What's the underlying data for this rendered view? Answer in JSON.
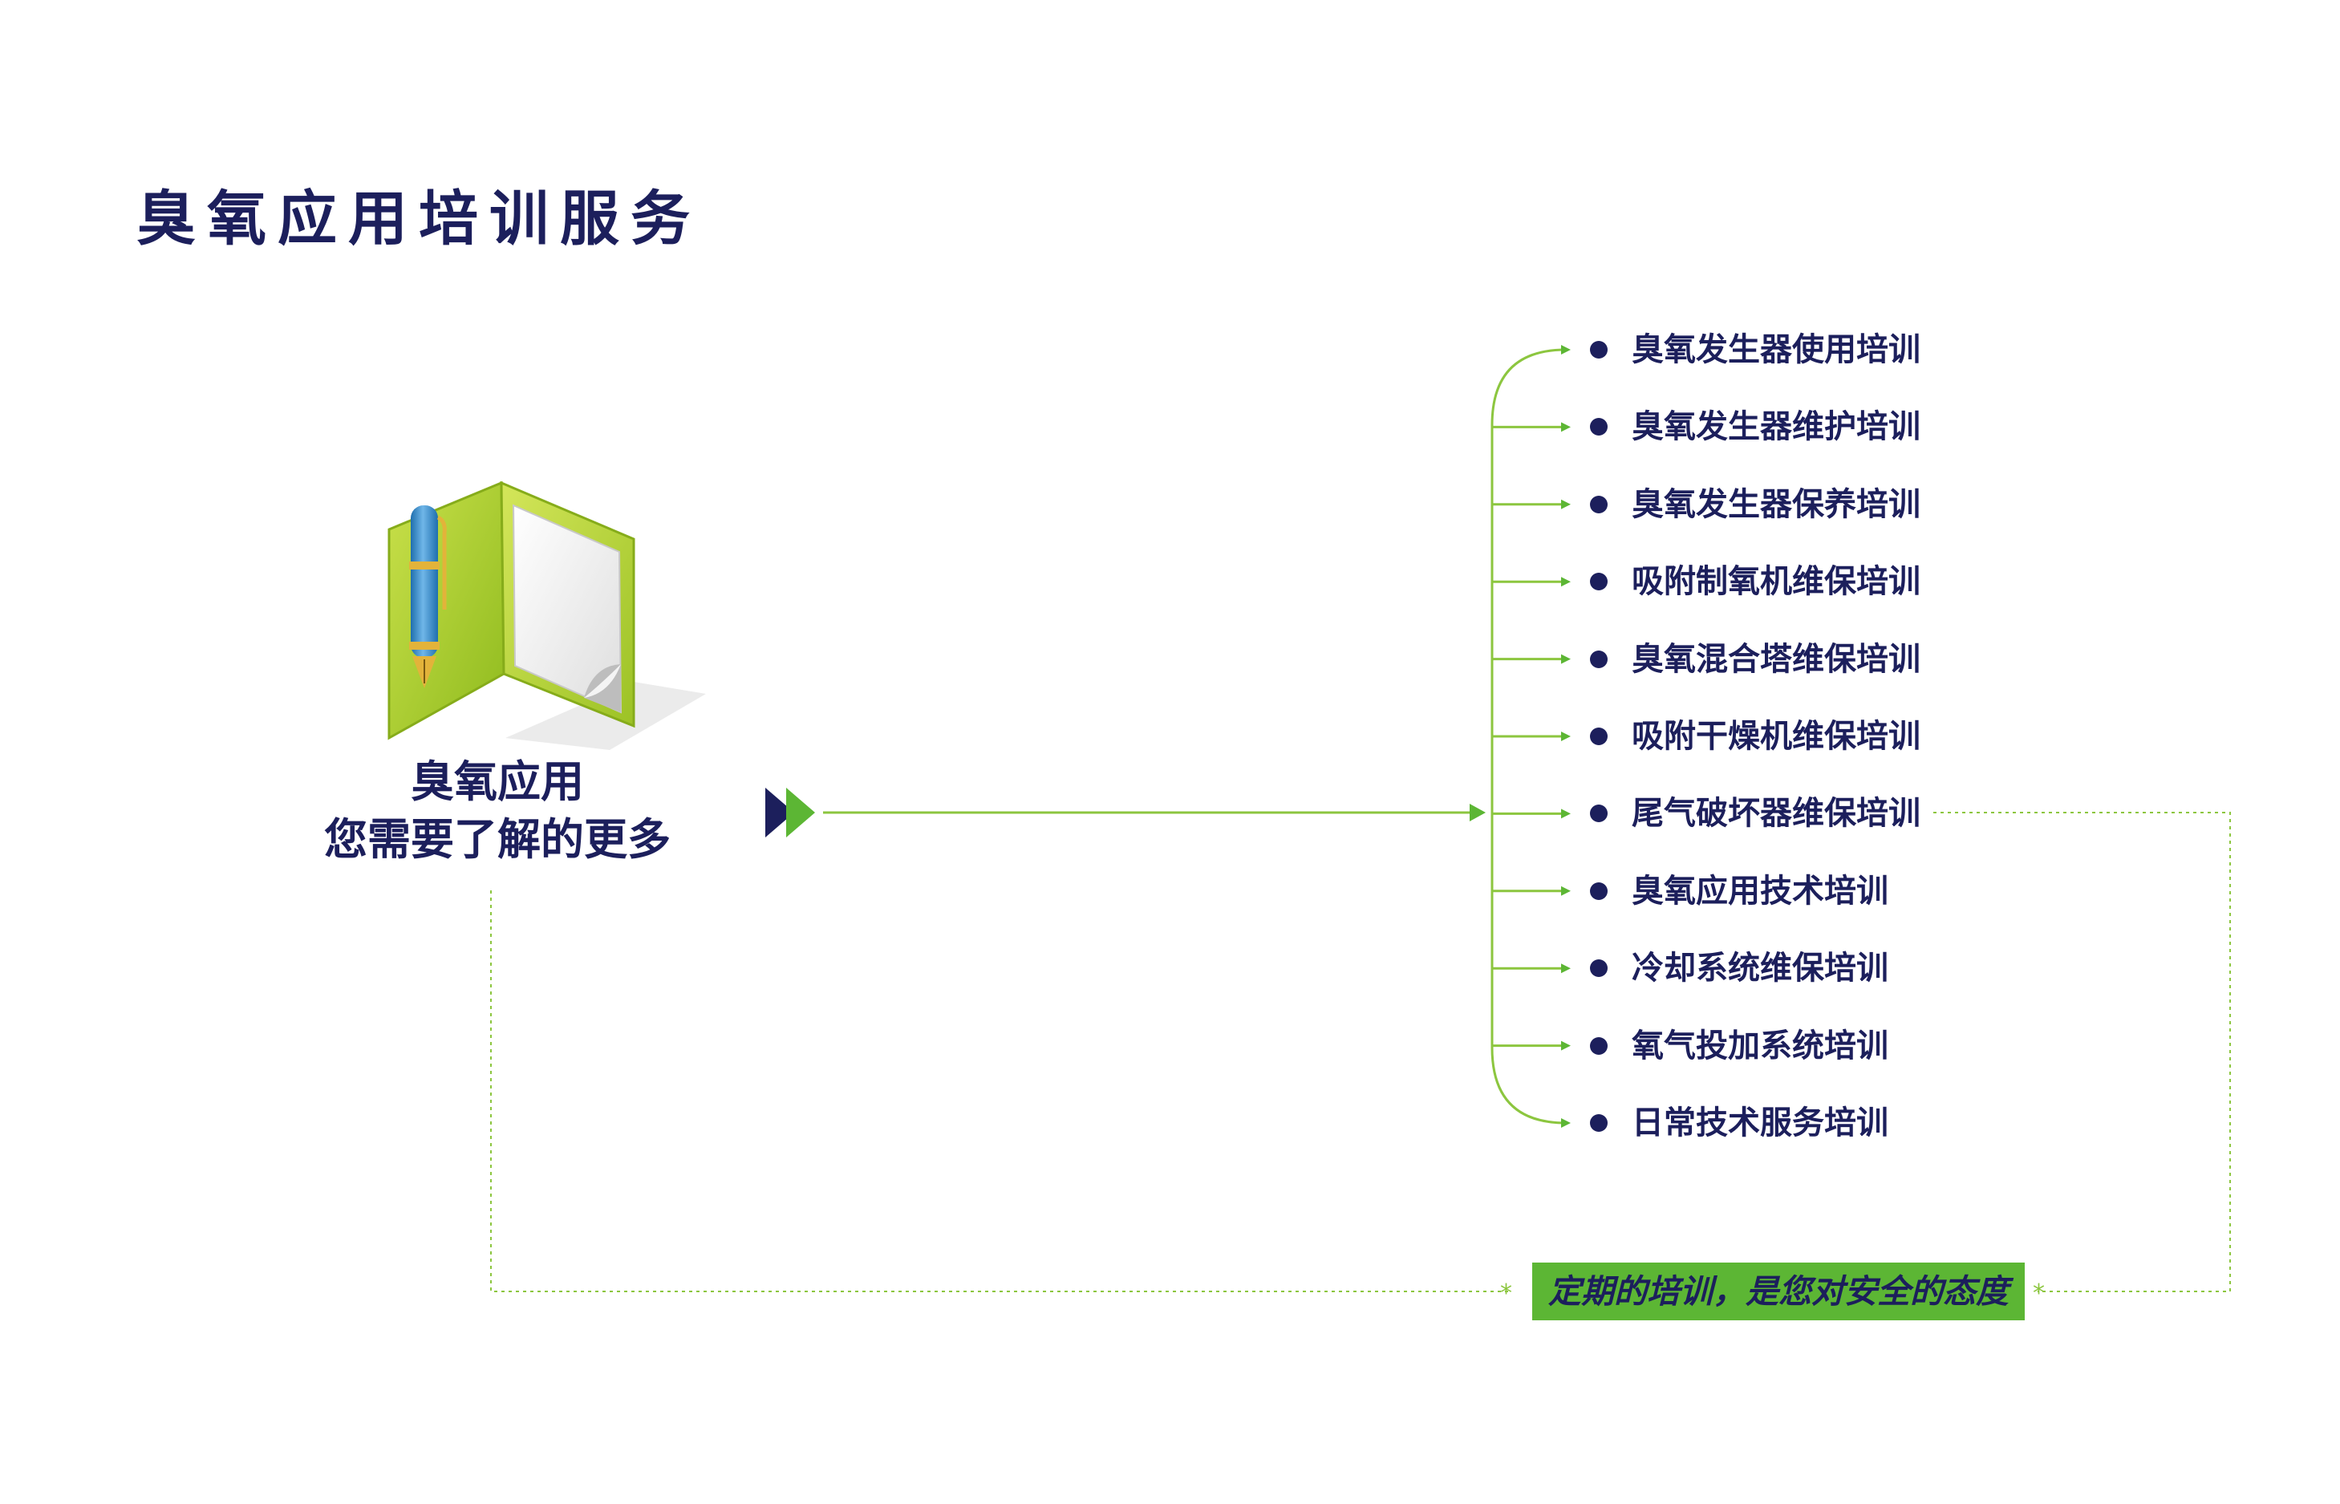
{
  "title": "臭氧应用培训服务",
  "center": {
    "line1": "臭氧应用",
    "line2": "您需要了解的更多"
  },
  "items": [
    {
      "label": "臭氧发生器使用培训"
    },
    {
      "label": "臭氧发生器维护培训"
    },
    {
      "label": "臭氧发生器保养培训"
    },
    {
      "label": "吸附制氧机维保培训"
    },
    {
      "label": "臭氧混合塔维保培训"
    },
    {
      "label": "吸附干燥机维保培训"
    },
    {
      "label": "尾气破坏器维保培训"
    },
    {
      "label": "臭氧应用技术培训"
    },
    {
      "label": "冷却系统维保培训"
    },
    {
      "label": "氧气投加系统培训"
    },
    {
      "label": "日常技术服务培训"
    }
  ],
  "banner": {
    "text": "定期的培训，是您对安全的态度"
  },
  "colors": {
    "navy": "#1c1f5c",
    "green": "#5cb634",
    "line_green": "#8cc63f",
    "folder_green": "#a6cc2c"
  },
  "icons": {
    "folder": "folder-with-pen-icon",
    "arrow": "double-play-arrow-icon"
  }
}
